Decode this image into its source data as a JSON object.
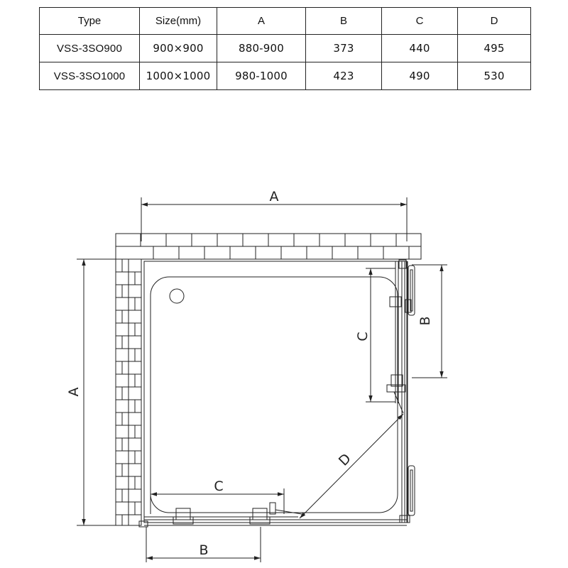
{
  "spec_table": {
    "headers": [
      "Type",
      "Size(mm)",
      "A",
      "B",
      "C",
      "D"
    ],
    "rows": [
      [
        "VSS-3SO900",
        "900×900",
        "880-900",
        "373",
        "440",
        "495"
      ],
      [
        "VSS-3SO1000",
        "1000×1000",
        "980-1000",
        "423",
        "490",
        "530"
      ]
    ]
  },
  "diagram": {
    "labels": {
      "top_a": "A",
      "left_a": "A",
      "right_b": "B",
      "right_c": "C",
      "diag_d": "D",
      "bottom_c": "C",
      "bottom_b": "B"
    }
  }
}
